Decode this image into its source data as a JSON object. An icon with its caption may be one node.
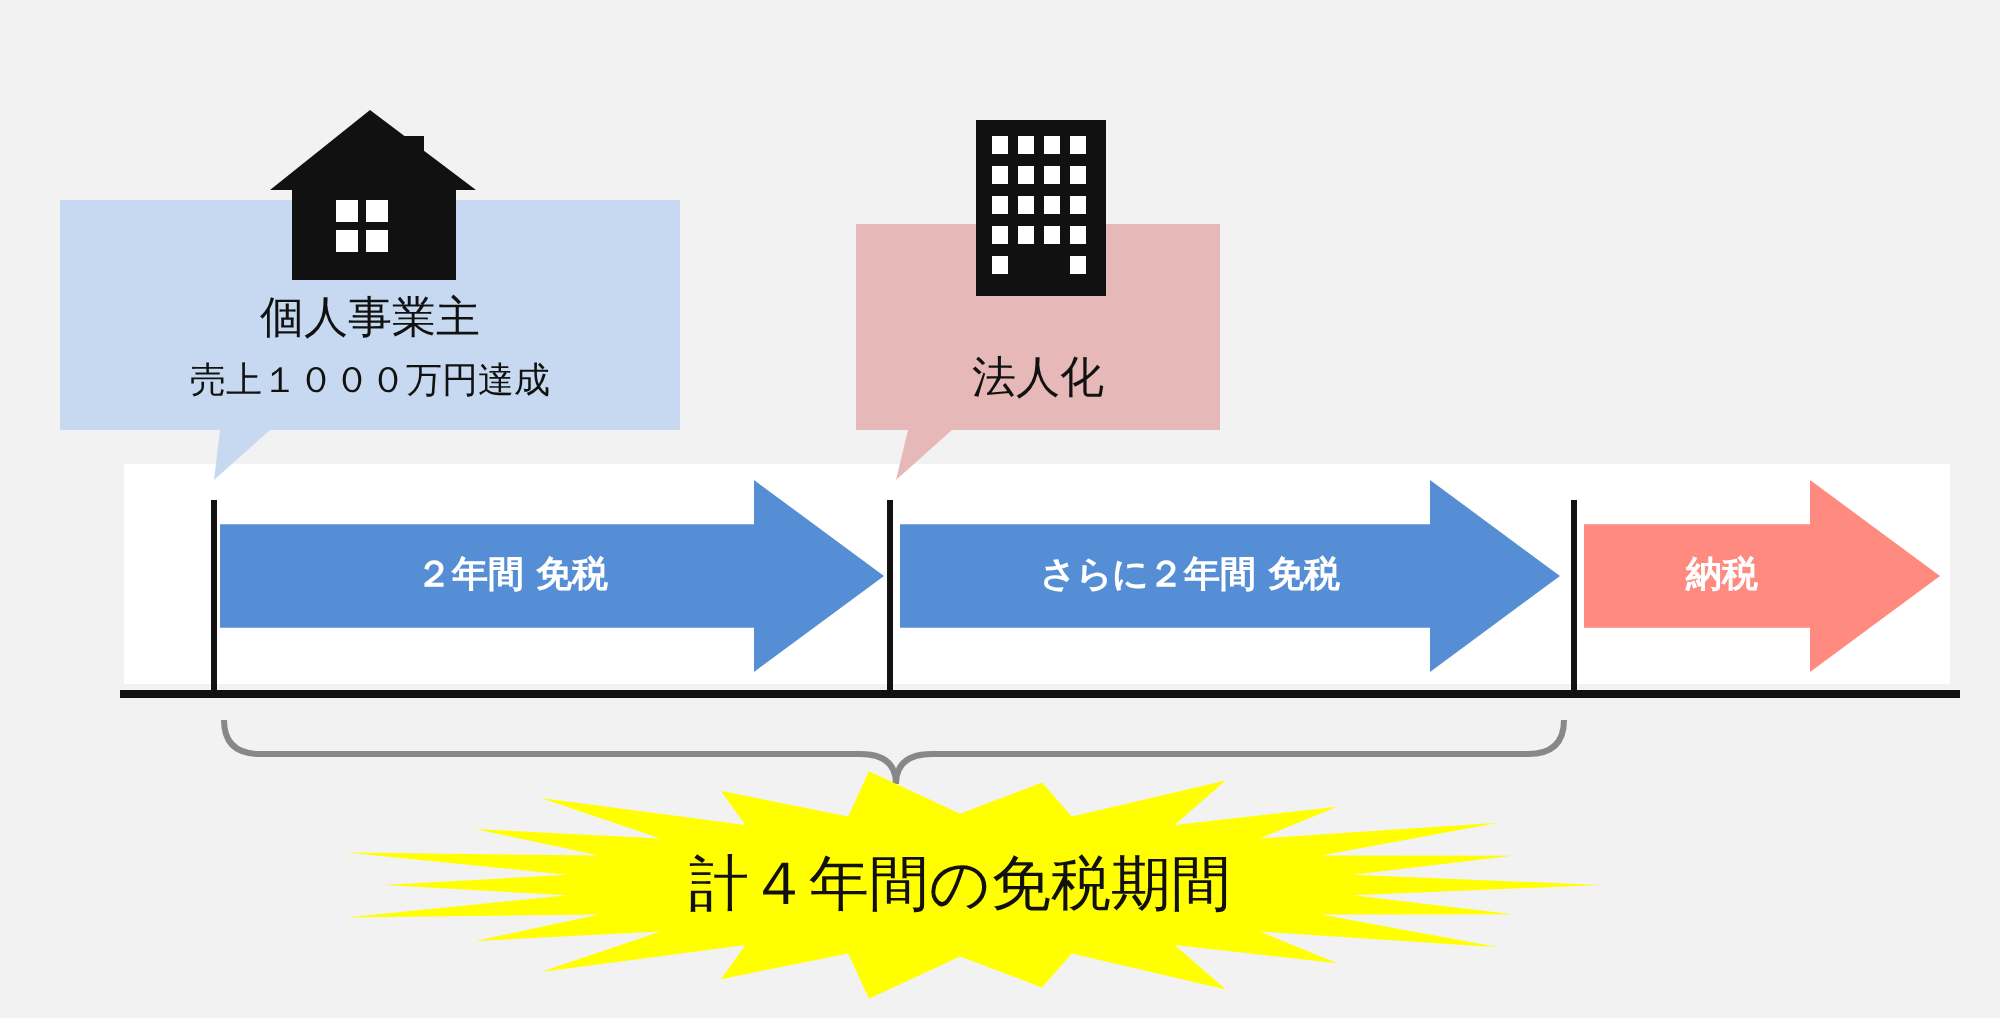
{
  "diagram": {
    "nodes": [
      {
        "text": [
          "個人事業主",
          "売上１０００万円達成"
        ]
      },
      {
        "text": [
          "法人化"
        ]
      },
      {
        "text": [
          "２年間 免税"
        ]
      },
      {
        "text": [
          "さらに２年間 免税"
        ]
      },
      {
        "text": [
          "納税"
        ]
      },
      {
        "text": [
          "計４年間の免税期間"
        ]
      }
    ]
  }
}
